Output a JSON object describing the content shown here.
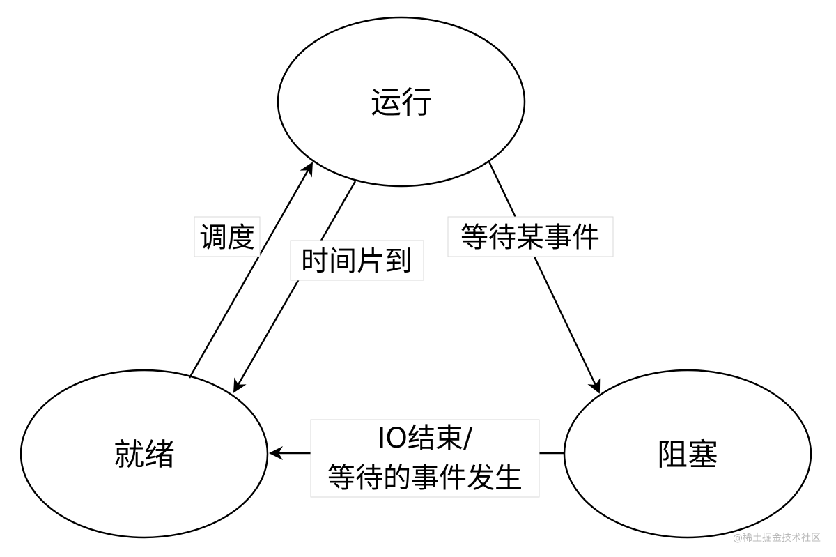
{
  "diagram": {
    "nodes": {
      "running": "运行",
      "ready": "就绪",
      "blocked": "阻塞"
    },
    "edges": {
      "schedule": "调度",
      "time_slice": "时间片到",
      "wait_event": "等待某事件",
      "io_done_line1": "IO结束/",
      "io_done_line2": "等待的事件发生"
    }
  },
  "watermark": "@稀土掘金技术社区",
  "colors": {
    "stroke": "#000000",
    "background": "#ffffff",
    "watermark": "#b8b8b8"
  }
}
